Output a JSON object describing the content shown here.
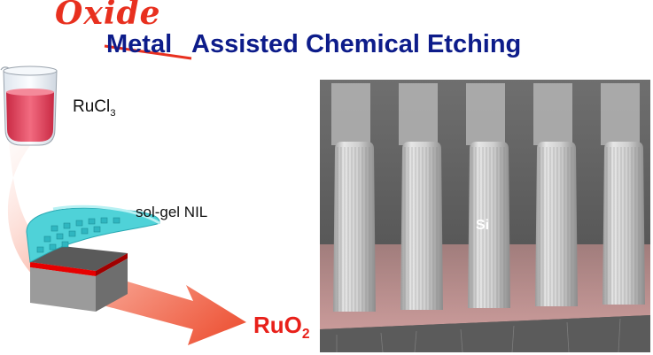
{
  "title": {
    "struck_word": "Metal",
    "replacement_word": "Oxide",
    "rest": "Assisted Chemical Etching"
  },
  "precursor": {
    "label_base": "RuCl",
    "label_sub": "3"
  },
  "stamp_label": "sol-gel NIL",
  "product": {
    "label_base": "RuO",
    "label_sub": "2"
  },
  "sem_label": "Si",
  "colors": {
    "title": "#0d1c8a",
    "correction": "#e8301f",
    "product": "#e8201a",
    "stamp": "#4fd2d8",
    "catalyst_layer": "#e60000",
    "substrate": "#8a8a8a"
  },
  "sem_pillar_count": 5
}
